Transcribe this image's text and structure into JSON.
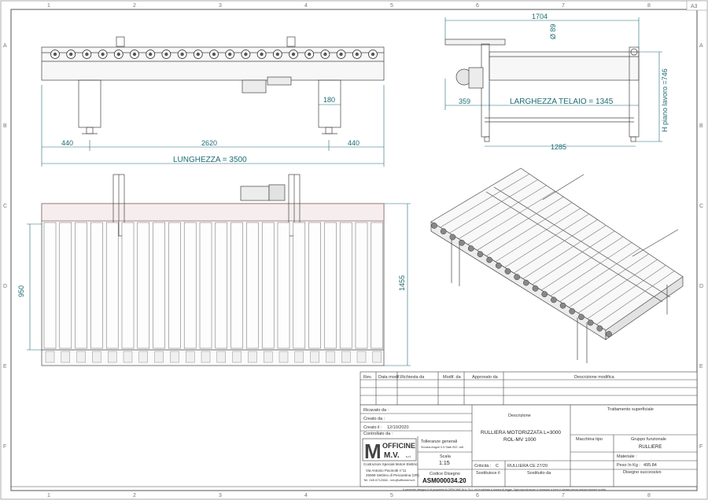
{
  "sheet": {
    "format": "A3",
    "columns": [
      "1",
      "2",
      "3",
      "4",
      "5",
      "6",
      "7",
      "8"
    ],
    "rows": [
      "A",
      "B",
      "C",
      "D",
      "E",
      "F"
    ]
  },
  "front_view": {
    "dim_left": "440",
    "dim_center": "2620",
    "dim_right": "440",
    "dim_length": "LUNGHEZZA = 3500",
    "dim_leg": "180"
  },
  "side_view": {
    "dim_top": "1704",
    "dim_diam": "Ø 89",
    "dim_left": "359",
    "dim_frame": "LARGHEZZA TELAIO = 1345",
    "dim_height": "H piano lavoro =746",
    "dim_bottom": "1285"
  },
  "top_view": {
    "dim_inner": "950",
    "dim_outer": "1455"
  },
  "revisions": {
    "headers": [
      "Rev.",
      "Data modif.",
      "Richiesta da",
      "Modif. da",
      "Approvato da",
      "Descrizione modifica"
    ]
  },
  "title_block": {
    "ricavato": "Ricavato da :",
    "creato_da": "Creato da :",
    "creato_il_label": "Creato il :",
    "creato_il": "12/10/2020",
    "controllato": "Controllato da :",
    "tolleranze": "Tolleranze generali",
    "tolleranze_note": "Smussi Angoli 0.5 Stati ISO -mK",
    "scala_label": "Scala",
    "scala": "1:15",
    "codice_label": "Codice Disegno",
    "codice": "ASM000034.20",
    "descrizione_label": "Descrizione",
    "descrizione_1": "RULLIERA MOTORIZZATA L=3000",
    "descrizione_2": "ROL-MV 1000",
    "criticita_label": "Criticità :",
    "criticita": "C",
    "riferimento": "RULLIERA CE 27/20",
    "sostituisce": "Sostituisce il",
    "sostituito": "Sostituito da",
    "trattamento": "Trattamento superficiale",
    "macchina": "Macchina tipo",
    "gruppo_label": "Gruppo funzionale",
    "gruppo": "RULLIERE",
    "materiale": "Materiale :",
    "peso_label": "Peso In Kg :",
    "peso": "495.84",
    "disegno_succ": "Disegno successivo",
    "logo_1": "OFFICINE",
    "logo_2": "M.V.",
    "logo_srl": "s.r.l.",
    "logo_tag": "Costruzioni Speciali Motori Elettrici",
    "address_1": "Via Antonio Pacinotti n°11",
    "address_2": "25069 Settimo di Pescantina (VR)",
    "address_3": "Tel. 045 6712066 - info@officinemv.it",
    "disclaimer": "Il presente disegno è di proprietà di OFFICINE M.V. S.r.l. ed è tutelato a norma di legge. Ogni riproduzione o cessione a terzi è vietata senza autorizzazione scritta."
  }
}
